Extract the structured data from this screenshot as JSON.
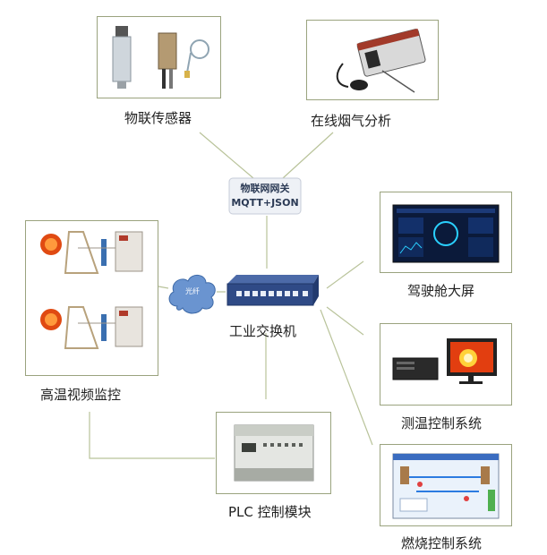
{
  "nodes": {
    "iot_sensor": {
      "label": "物联传感器"
    },
    "flue_gas": {
      "label": "在线烟气分析"
    },
    "iot_gateway": {
      "line1": "物联网网关",
      "line2": "MQTT+JSON"
    },
    "cloud": {
      "label": "光纤"
    },
    "switch": {
      "label": "工业交换机"
    },
    "hightemp_video": {
      "label": "高温视频监控"
    },
    "cockpit_screen": {
      "label": "驾驶舱大屏"
    },
    "temp_control": {
      "label": "测温控制系统"
    },
    "plc": {
      "label": "PLC 控制模块"
    },
    "combustion": {
      "label": "燃烧控制系统"
    }
  },
  "colors": {
    "line": "#b9c39a",
    "frame": "#9aa37e",
    "switch": "#2f4a86",
    "cloud": "#5b86c6"
  }
}
